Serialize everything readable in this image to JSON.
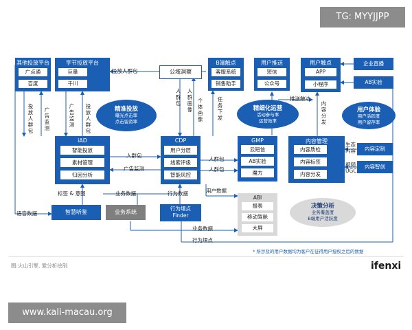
{
  "watermark_top": "TG: MYYJJPP",
  "watermark_bottom": "www.kali-macau.org",
  "nodes": {
    "other_platform": {
      "title": "其他投放平台",
      "items": [
        "广点通",
        "百度"
      ]
    },
    "bytedance_platform": {
      "title": "字节投放平台",
      "items": [
        "巨量",
        "千川"
      ]
    },
    "public_pool": {
      "title": "公域洞察"
    },
    "b_touch": {
      "title": "B端触点",
      "items": [
        "客服系统",
        "销售助手"
      ]
    },
    "user_push": {
      "title": "用户推送",
      "items": [
        "短信",
        "公众号"
      ]
    },
    "user_touch": {
      "title": "用户触点",
      "items": [
        "APP",
        "小程序"
      ]
    },
    "enterprise_live": {
      "title": "企业直播"
    },
    "ab_test": {
      "title": "AB实验"
    },
    "iad": {
      "title": "iAD",
      "items": [
        "智能投放",
        "素材管理",
        "归因分析"
      ]
    },
    "cdp": {
      "title": "CDP",
      "items": [
        "用户分层",
        "线索评级",
        "智能风控"
      ]
    },
    "gmp": {
      "title": "GMP",
      "items": [
        "云短信",
        "AB实验",
        "魔方"
      ]
    },
    "content_mgmt": {
      "title": "内容管理",
      "items": [
        "内容质检",
        "内容标签",
        "内容分发"
      ]
    },
    "content_custom": {
      "title": "内容定制"
    },
    "content_smart": {
      "title": "内容智创"
    },
    "smart_listen": {
      "title": "智慧听鉴"
    },
    "biz_system": {
      "title": "业务系统"
    },
    "finder": {
      "title": "行为埋点\nFinder"
    },
    "abi": {
      "title": "ABI",
      "items": [
        "报表",
        "移动驾舱",
        "大屏"
      ]
    }
  },
  "ellipses": {
    "precise_ads": {
      "title": "精准投放",
      "lines": [
        "曝光点击率",
        "点击留资率"
      ]
    },
    "refined_ops": {
      "title": "精细化运营",
      "lines": [
        "活动参与率",
        "运营效率"
      ]
    },
    "user_exp": {
      "title": "用户体验",
      "lines": [
        "用户活跃度",
        "用户留存率"
      ]
    },
    "decision": {
      "title": "决策分析",
      "lines": [
        "业务覆盖度",
        "B端用户活跃度"
      ]
    }
  },
  "labels": {
    "push_crowd": "投放人群包",
    "voice_data": "语音数据",
    "tag_intent": "标签 & 意图",
    "biz_data_1": "业务数据",
    "behavior_data": "行为数据",
    "crowd_pack_1": "人群包",
    "ad_monitor_h": "广告监测",
    "crowd_pack_2": "人群包",
    "crowd_pack_3": "人群包",
    "user_data": "用户数据",
    "push_touch": "推送触达",
    "biz_data_2": "业务数据",
    "behavior_track": "行为埋点",
    "v_push_crowd": "投放人群包",
    "v_ad_monitor": "广告监测",
    "v_ad_monitor2": "广告监测",
    "v_push_crowd2": "投放人群包",
    "v_crowd": "人群包",
    "v_crowd_portrait": "人群画像",
    "v_individual": "个体画像",
    "v_task_dispatch": "任务下发",
    "v_content_dist": "内容分发",
    "eco_content": "生态\n内容",
    "video_ugc": "视频\nUGC"
  },
  "footnote": "* 所涉及的用户数据均为客户在征得用户授权之后的数据",
  "source": "图:火山引擎, 爱分析绘制",
  "logo": "ifenxi",
  "colors": {
    "primary": "#1a5fb4",
    "grey_box": "#7f7f7f",
    "light_grey": "#d9d9d9"
  }
}
